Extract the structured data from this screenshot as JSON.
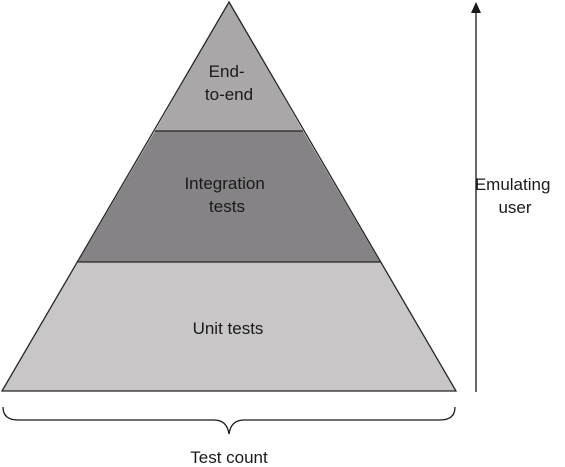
{
  "pyramid": {
    "top": {
      "label_lines": [
        "End-",
        "to-end"
      ],
      "color": "#a9a7a8"
    },
    "middle": {
      "label_lines": [
        "Integration",
        "tests"
      ],
      "color": "#858385"
    },
    "bottom": {
      "label_lines": [
        "Unit tests"
      ],
      "color": "#c8c6c7"
    },
    "outline_color": "#262626"
  },
  "side_axis": {
    "label_lines": [
      "Emulating",
      "user"
    ]
  },
  "bottom_axis": {
    "label": "Test count"
  }
}
